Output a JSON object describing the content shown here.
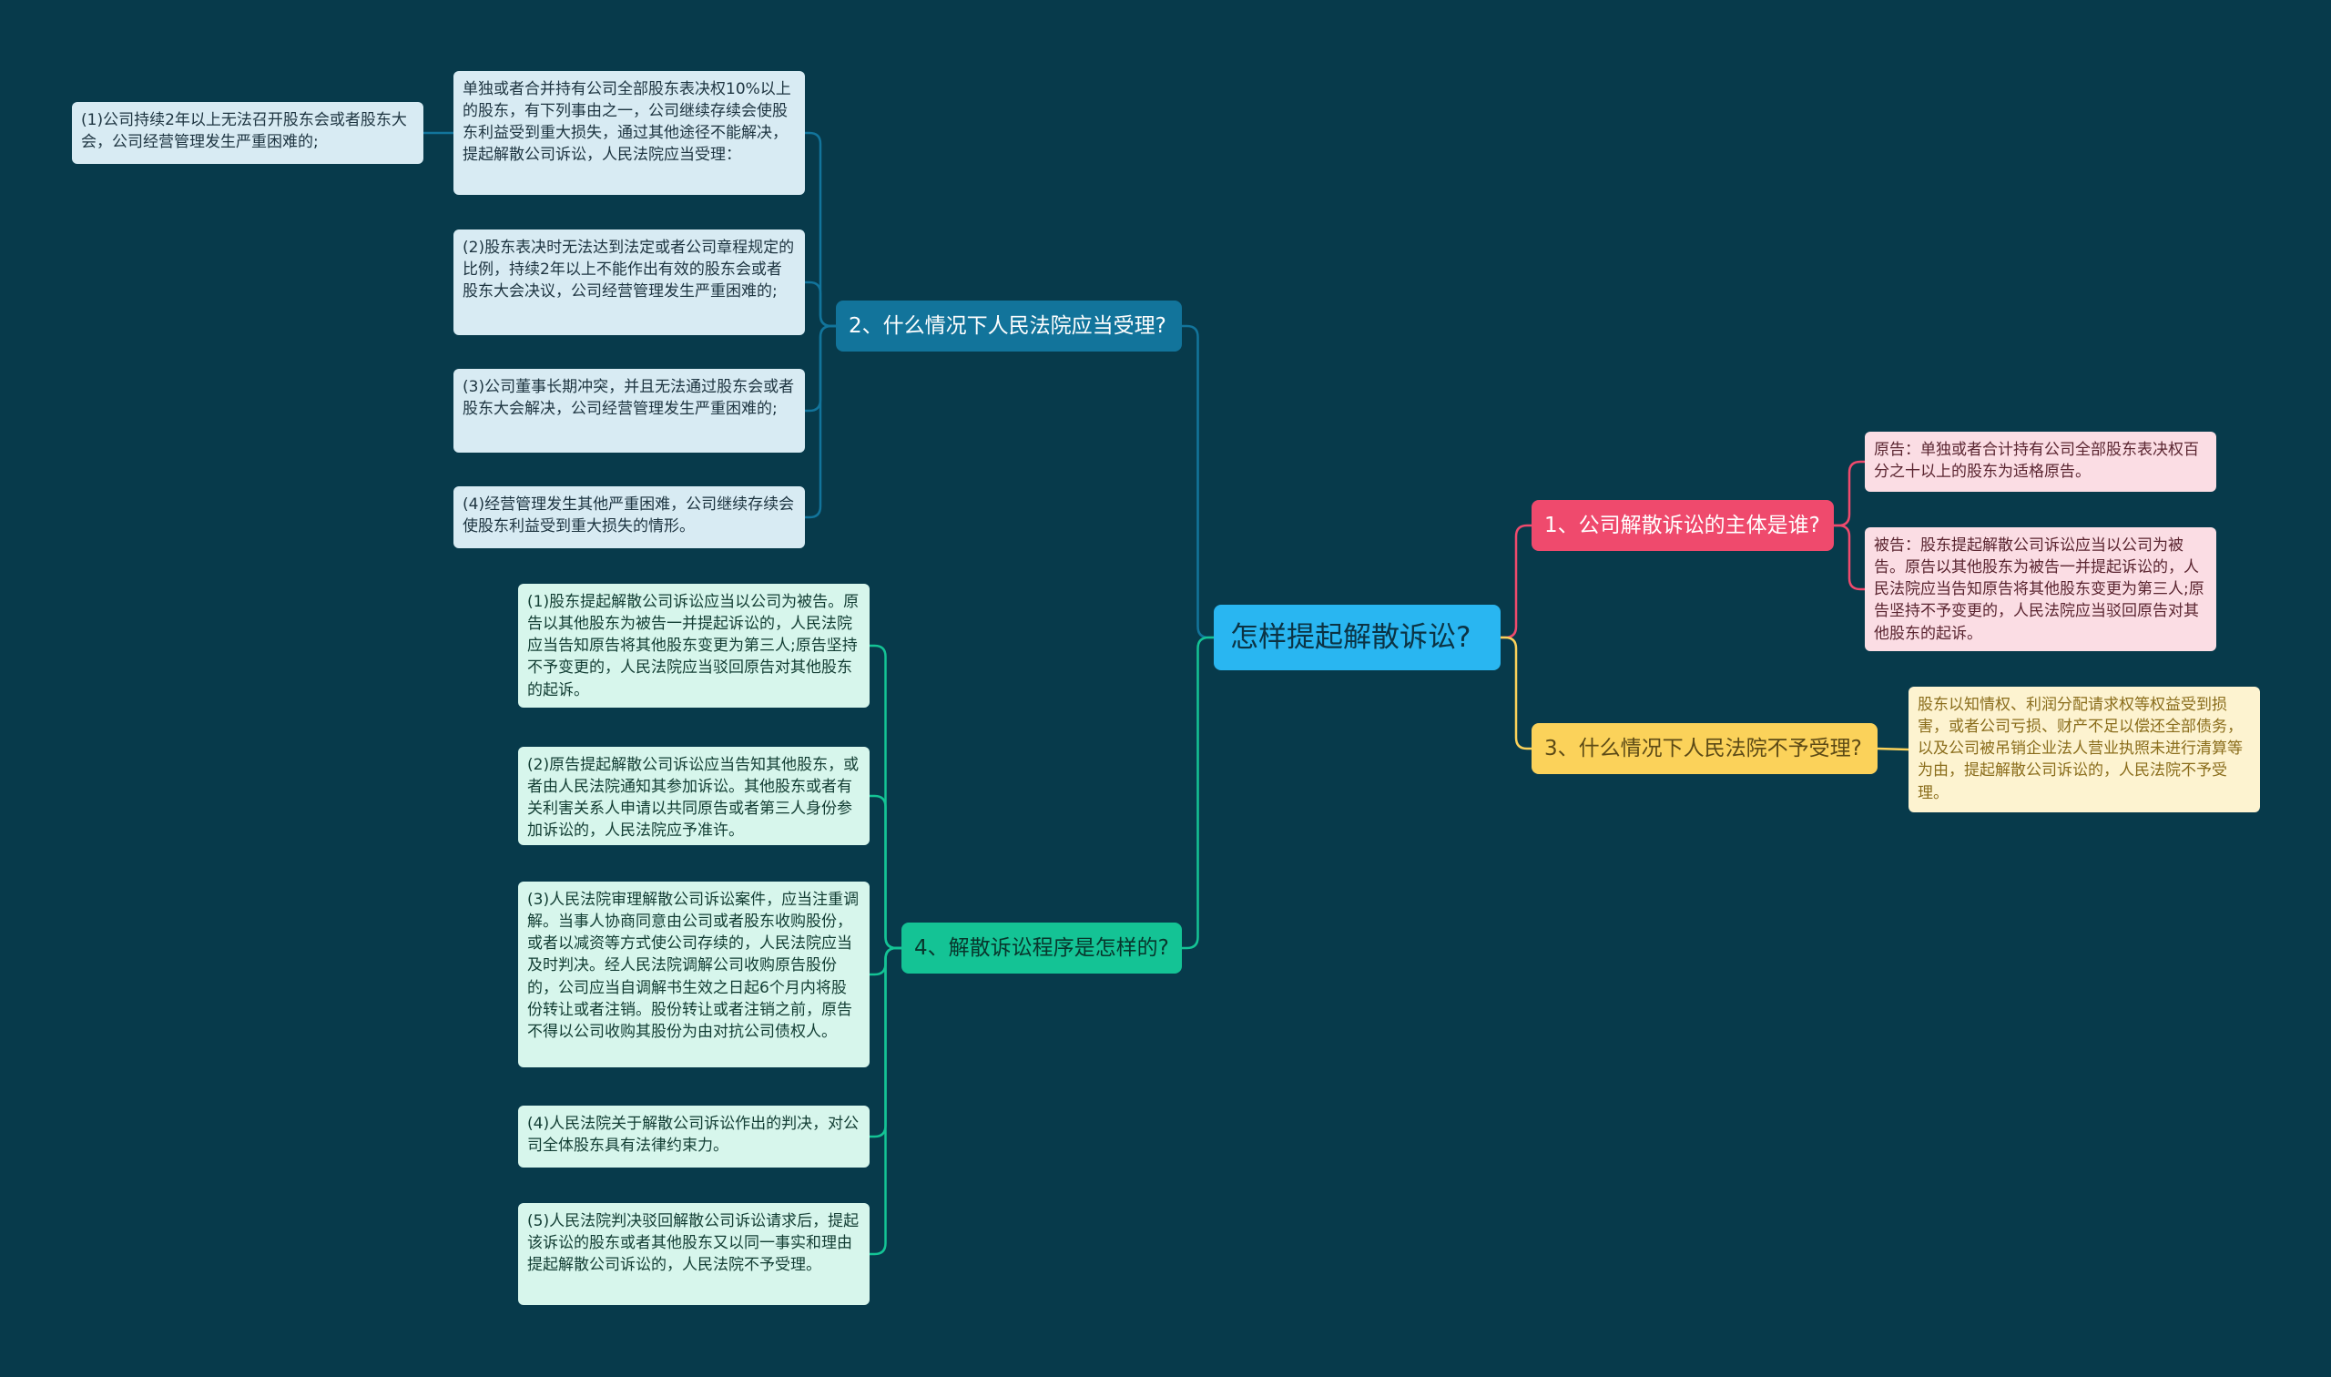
{
  "colors": {
    "background": "#073a4b",
    "root": "#29b6f1",
    "branch1": "#ef4a6d",
    "branch2": "#12749b",
    "branch3": "#fbd25a",
    "branch4": "#14c395"
  },
  "root": {
    "label": "怎样提起解散诉讼?"
  },
  "branches": {
    "b1": {
      "label": "1、公司解散诉讼的主体是谁?",
      "items": [
        "原告：单独或者合计持有公司全部股东表决权百分之十以上的股东为适格原告。",
        "被告：股东提起解散公司诉讼应当以公司为被告。原告以其他股东为被告一并提起诉讼的，人民法院应当告知原告将其他股东变更为第三人;原告坚持不予变更的，人民法院应当驳回原告对其他股东的起诉。"
      ]
    },
    "b2": {
      "label": "2、什么情况下人民法院应当受理?",
      "intro": "单独或者合并持有公司全部股东表决权10%以上的股东，有下列事由之一，公司继续存续会使股东利益受到重大损失，通过其他途径不能解决，提起解散公司诉讼，人民法院应当受理：",
      "intro_sub": "(1)公司持续2年以上无法召开股东会或者股东大会，公司经营管理发生严重困难的;",
      "items": [
        "(2)股东表决时无法达到法定或者公司章程规定的比例，持续2年以上不能作出有效的股东会或者股东大会决议，公司经营管理发生严重困难的;",
        "(3)公司董事长期冲突，并且无法通过股东会或者股东大会解决，公司经营管理发生严重困难的;",
        "(4)经营管理发生其他严重困难，公司继续存续会使股东利益受到重大损失的情形。"
      ]
    },
    "b3": {
      "label": "3、什么情况下人民法院不予受理?",
      "items": [
        "股东以知情权、利润分配请求权等权益受到损害，或者公司亏损、财产不足以偿还全部债务，以及公司被吊销企业法人营业执照未进行清算等为由，提起解散公司诉讼的，人民法院不予受理。"
      ]
    },
    "b4": {
      "label": "4、解散诉讼程序是怎样的?",
      "items": [
        "(1)股东提起解散公司诉讼应当以公司为被告。原告以其他股东为被告一并提起诉讼的，人民法院应当告知原告将其他股东变更为第三人;原告坚持不予变更的，人民法院应当驳回原告对其他股东的起诉。",
        "(2)原告提起解散公司诉讼应当告知其他股东，或者由人民法院通知其参加诉讼。其他股东或者有关利害关系人申请以共同原告或者第三人身份参加诉讼的，人民法院应予准许。",
        "(3)人民法院审理解散公司诉讼案件，应当注重调解。当事人协商同意由公司或者股东收购股份，或者以减资等方式使公司存续的，人民法院应当及时判决。经人民法院调解公司收购原告股份的，公司应当自调解书生效之日起6个月内将股份转让或者注销。股份转让或者注销之前，原告不得以公司收购其股份为由对抗公司债权人。",
        "(4)人民法院关于解散公司诉讼作出的判决，对公司全体股东具有法律约束力。",
        "(5)人民法院判决驳回解散公司诉讼请求后，提起该诉讼的股东或者其他股东又以同一事实和理由提起解散公司诉讼的，人民法院不予受理。"
      ]
    }
  }
}
